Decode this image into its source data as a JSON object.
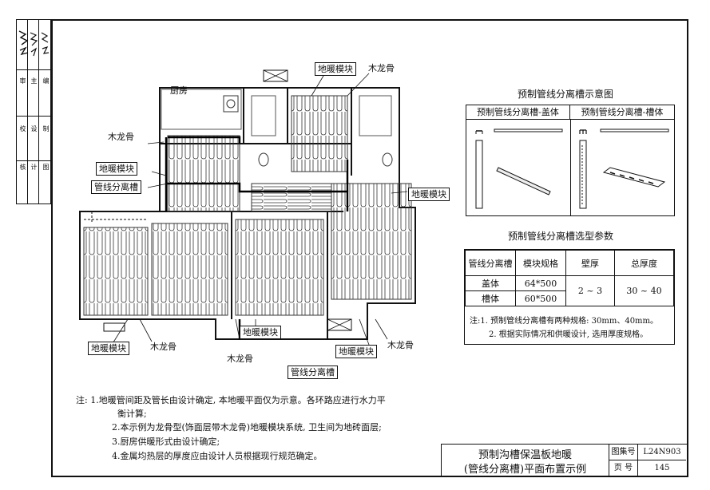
{
  "sidebar": {
    "col1": [
      "校",
      "核",
      "审"
    ],
    "col2": [
      "设",
      "计",
      "主"
    ],
    "col3": [
      "制",
      "图",
      "编"
    ]
  },
  "plan": {
    "labels": {
      "kitchen": "厨房",
      "module_top": "地暖模块",
      "keel_top": "木龙骨",
      "keel_left": "木龙骨",
      "module_left": "地暖模块",
      "trough_left": "管线分离槽",
      "module_right": "地暖模块",
      "module_bottom_left": "地暖模块",
      "keel_bottom_left": "木龙骨",
      "module_bottom_mid": "地暖模块",
      "keel_bottom_mid": "木龙骨",
      "trough_bottom": "管线分离槽",
      "module_bottom_right": "地暖模块",
      "keel_bottom_right": "木龙骨"
    }
  },
  "schematic": {
    "title": "预制管线分离槽示意图",
    "cover_header": "预制管线分离槽-盖体",
    "body_header": "预制管线分离槽-槽体"
  },
  "params": {
    "title": "预制管线分离槽选型参数",
    "headers": [
      "管线分离槽",
      "模块规格",
      "壁厚",
      "总厚度"
    ],
    "rows": [
      [
        "盖体",
        "64*500"
      ],
      [
        "槽体",
        "60*500"
      ]
    ],
    "wall": "2 ~ 3",
    "total": "30 ~ 40",
    "notes": [
      "注:1. 预制管线分离槽有两种规格: 30mm、40mm。",
      "2. 根据实际情况和供暖设计, 选用厚度规格。"
    ]
  },
  "notes": [
    "注: 1.地暖管间距及管长由设计确定, 本地暖平面仅为示意。各环路应进行水力平",
    "衡计算;",
    "2.本示例为龙骨型(饰面层带木龙骨)地暖模块系统, 卫生间为地砖面层;",
    "3.厨房供暖形式由设计确定;",
    "4.金属均热层的厚度应由设计人员根据现行规范确定。"
  ],
  "titleblock": {
    "title_line1": "预制沟槽保温板地暖",
    "title_line2": "(管线分离槽)平面布置示例",
    "atlas_label": "图集号",
    "atlas_value": "L24N903",
    "page_label": "页 号",
    "page_value": "145"
  }
}
